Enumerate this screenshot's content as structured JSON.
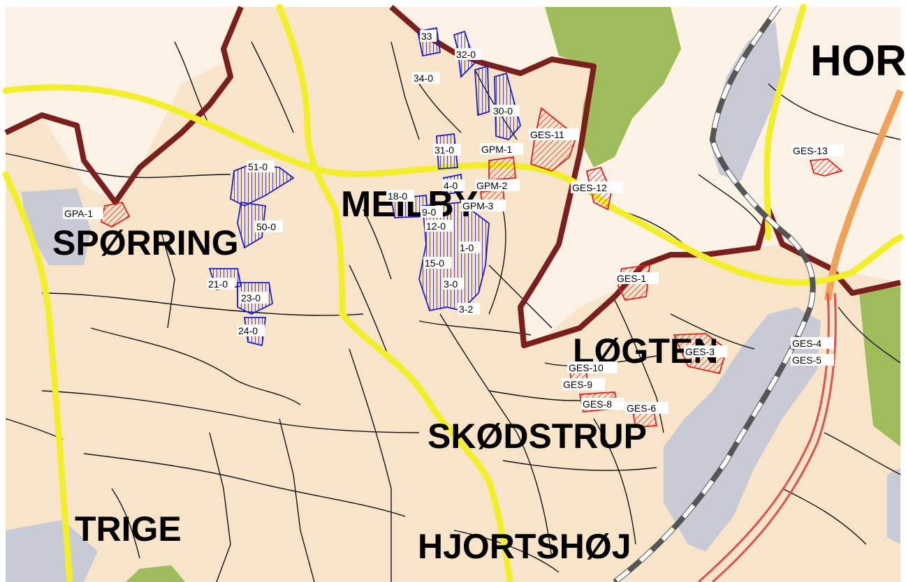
{
  "colors": {
    "land": "#f7e4c9",
    "land_pale": "#fbf2e5",
    "forest": "#9ebd5a",
    "urban": "#c8cbd6",
    "boundary": "#7a1e1e",
    "main_road": "#f2ef2a",
    "minor_road": "#111111",
    "motorway_orange": "#f0a25a",
    "motorway_red": "#e05050",
    "railway": "#555555",
    "blue_hatch": "#1a1ad6",
    "red_hatch": "#e01e1e"
  },
  "towns": [
    {
      "id": "hor",
      "name": "HOR"
    },
    {
      "id": "meilby",
      "name": "MEILBY"
    },
    {
      "id": "sporring",
      "name": "SPØRRING"
    },
    {
      "id": "logten",
      "name": "LØGTEN"
    },
    {
      "id": "skodstrup",
      "name": "SKØDSTRUP"
    },
    {
      "id": "trige",
      "name": "TRIGE"
    },
    {
      "id": "hjortshoj",
      "name": "HJORTSHØJ"
    }
  ],
  "zones": {
    "blue": [
      "33",
      "32-0",
      "34-0",
      "30-0",
      "31-0",
      "51-0",
      "18-0",
      "4-0",
      "9-0",
      "12-0",
      "50-0",
      "1-0",
      "15-0",
      "3-0",
      "3-2",
      "21-0",
      "23-0",
      "24-0"
    ],
    "red": [
      "GES-11",
      "GPM-1",
      "GPM-2",
      "GPM-3",
      "GES-12",
      "GES-13",
      "GPA-1",
      "GES-1",
      "GES-3",
      "GES-4",
      "GES-5",
      "GES-10",
      "GES-9",
      "GES-8",
      "GES-6"
    ]
  }
}
